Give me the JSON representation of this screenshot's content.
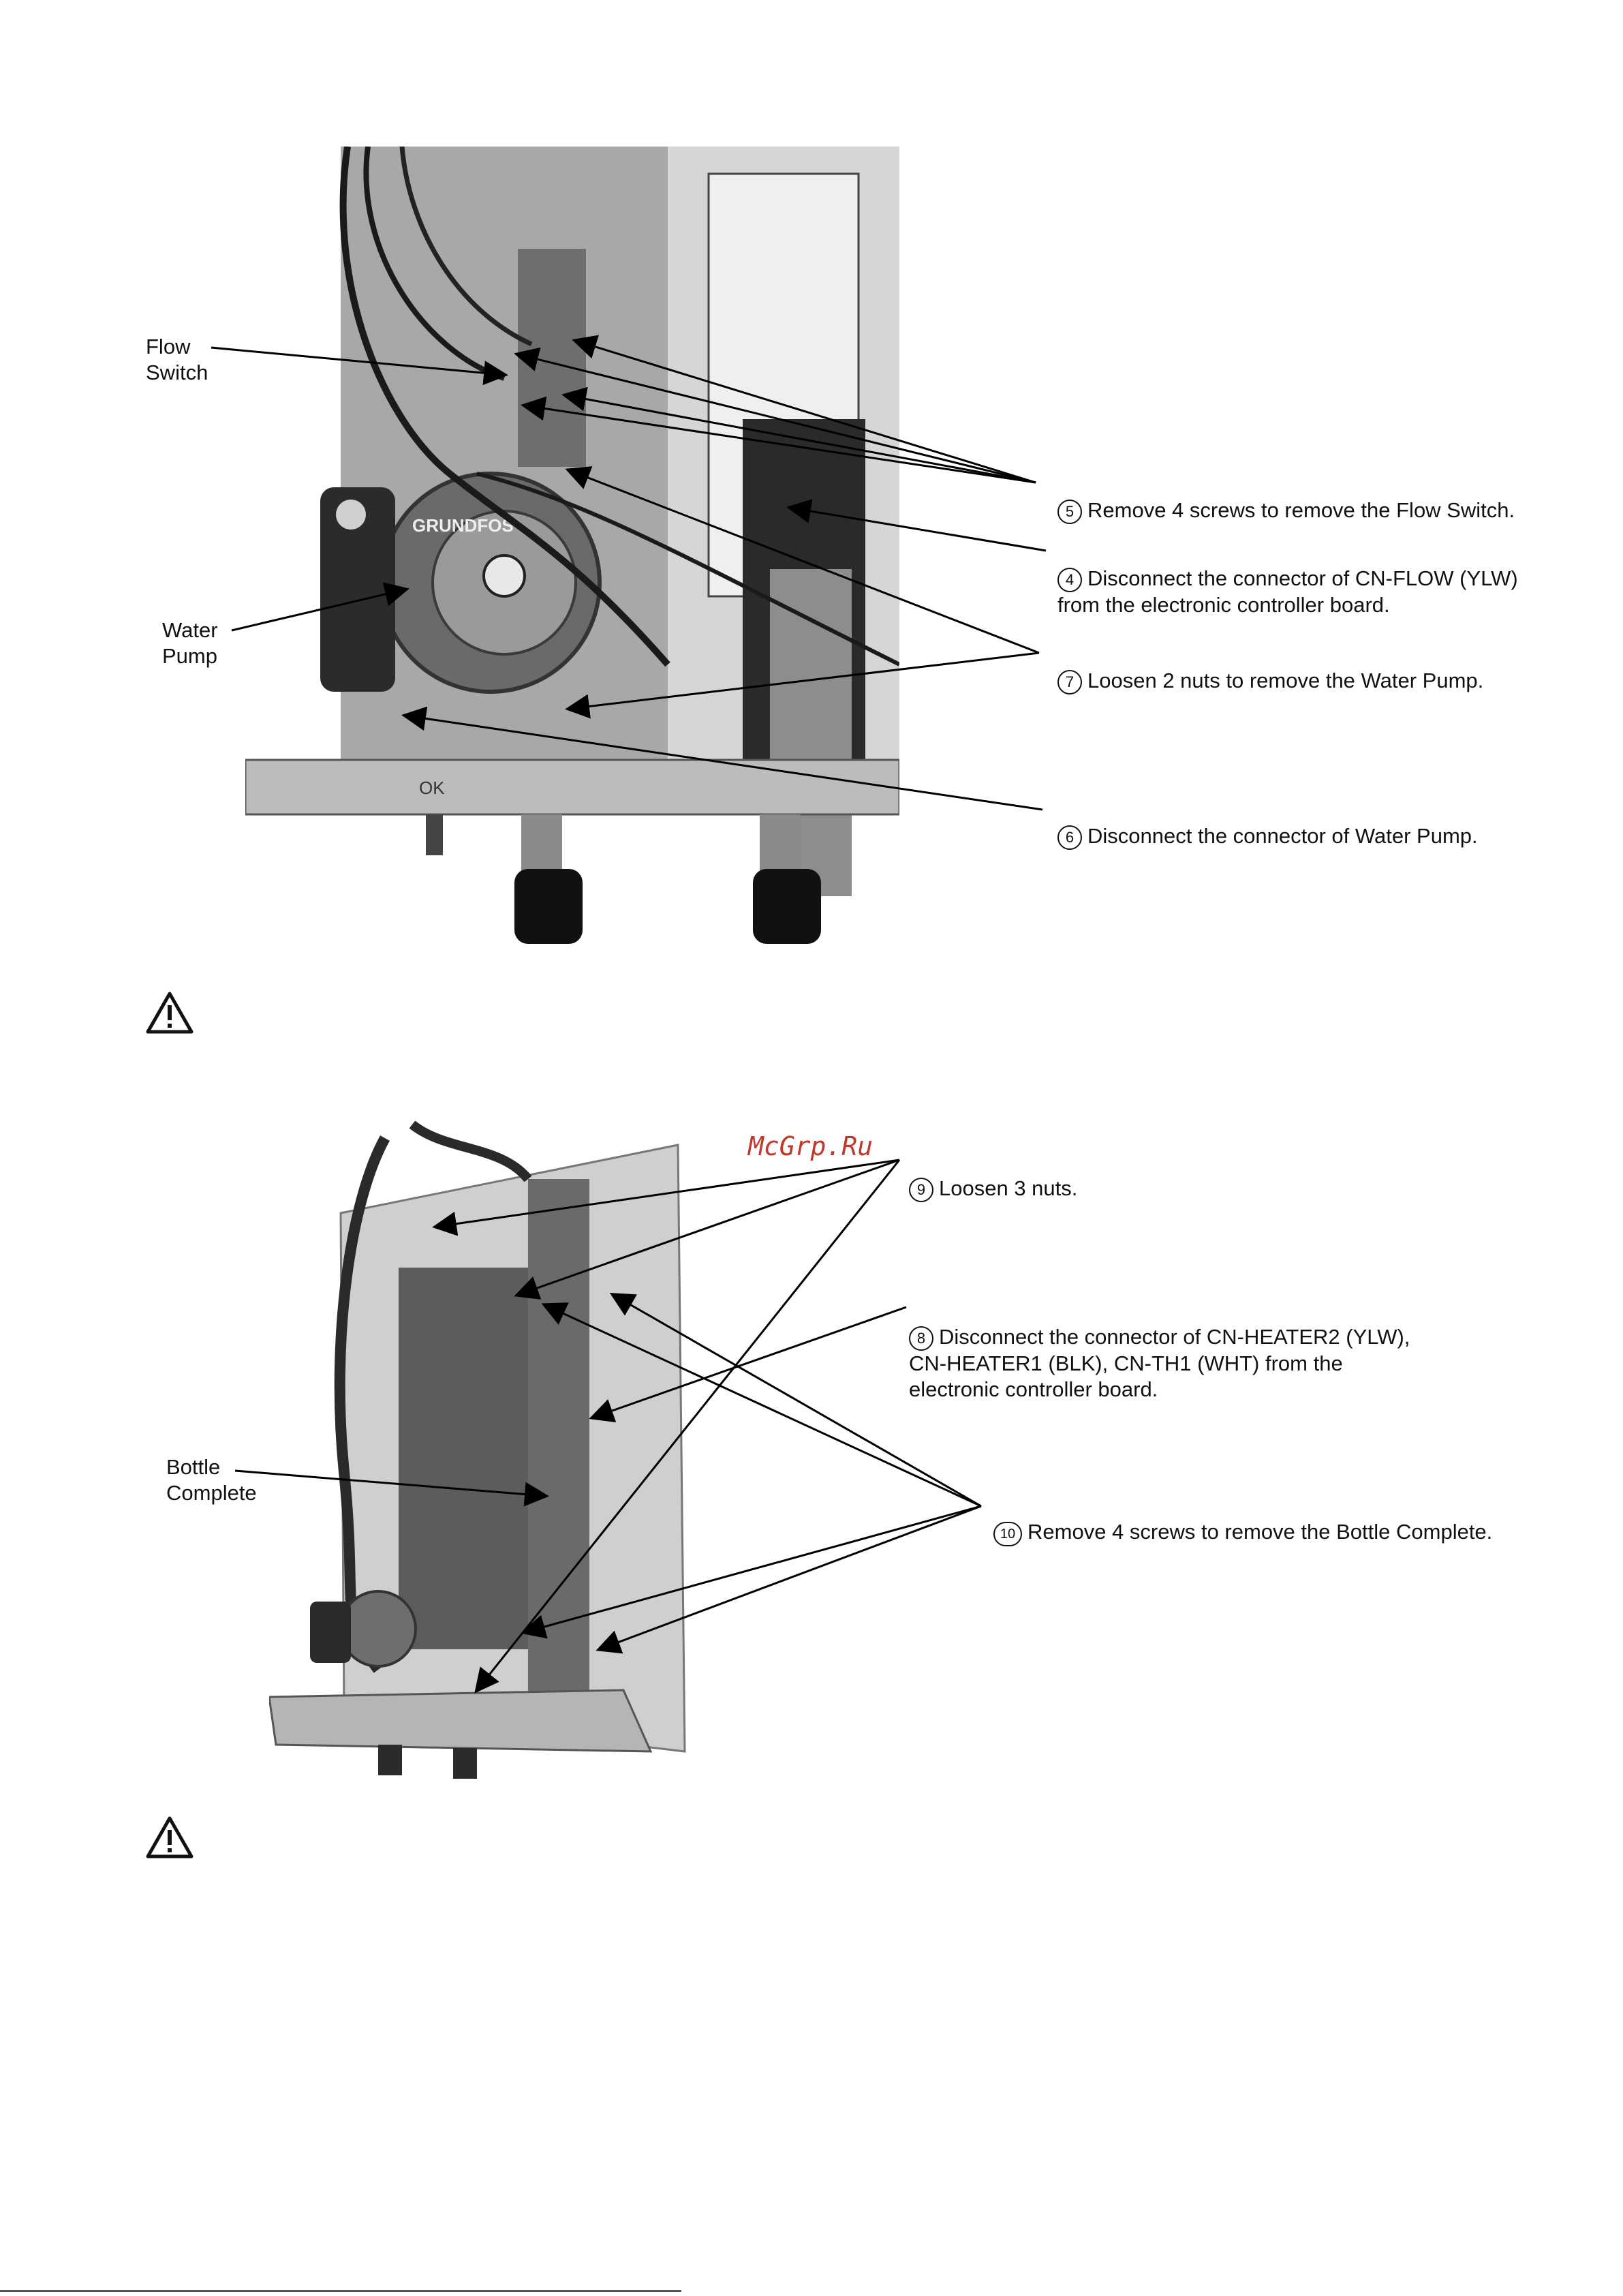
{
  "figure1": {
    "labels": {
      "flow_switch": "Flow\nSwitch",
      "water_pump": "Water\nPump"
    },
    "steps": [
      {
        "num": "5",
        "text": "Remove 4 screws to remove the Flow Switch."
      },
      {
        "num": "4",
        "text": "Disconnect the connector of CN-FLOW (YLW)\nfrom the electronic controller board."
      },
      {
        "num": "7",
        "text": "Loosen 2 nuts to remove the Water Pump."
      },
      {
        "num": "6",
        "text": "Disconnect the connector of Water Pump."
      }
    ],
    "photo_text": {
      "brand": "GRUNDFOS",
      "base_mark": "OK"
    }
  },
  "figure2": {
    "labels": {
      "bottle_complete": "Bottle\nComplete"
    },
    "steps": [
      {
        "num": "9",
        "text": "Loosen 3 nuts."
      },
      {
        "num": "8",
        "text": "Disconnect the connector of CN-HEATER2 (YLW),\nCN-HEATER1 (BLK), CN-TH1 (WHT) from the\nelectronic controller board."
      },
      {
        "num": "10",
        "text": "Remove 4 screws to remove the Bottle Complete."
      }
    ],
    "watermark": "McGrp.Ru"
  },
  "icons": [
    "warning-triangle-icon",
    "warning-triangle-icon"
  ]
}
